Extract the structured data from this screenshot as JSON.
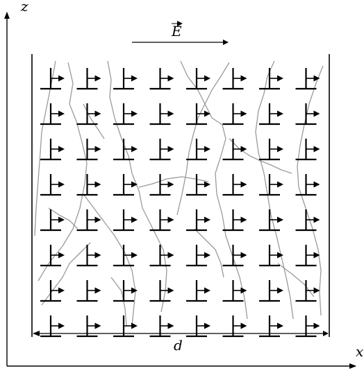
{
  "axes": {
    "z_label": "z",
    "x_label": "x"
  },
  "field": {
    "label": "E",
    "vector_arrow": true
  },
  "dimension": {
    "label": "d"
  },
  "lattice": {
    "rows": 8,
    "columns": 8,
    "symbol": "dislocation-with-field-arrow"
  },
  "colors": {
    "ink": "#000000",
    "crack": "#9a9a9a",
    "background": "#ffffff"
  }
}
